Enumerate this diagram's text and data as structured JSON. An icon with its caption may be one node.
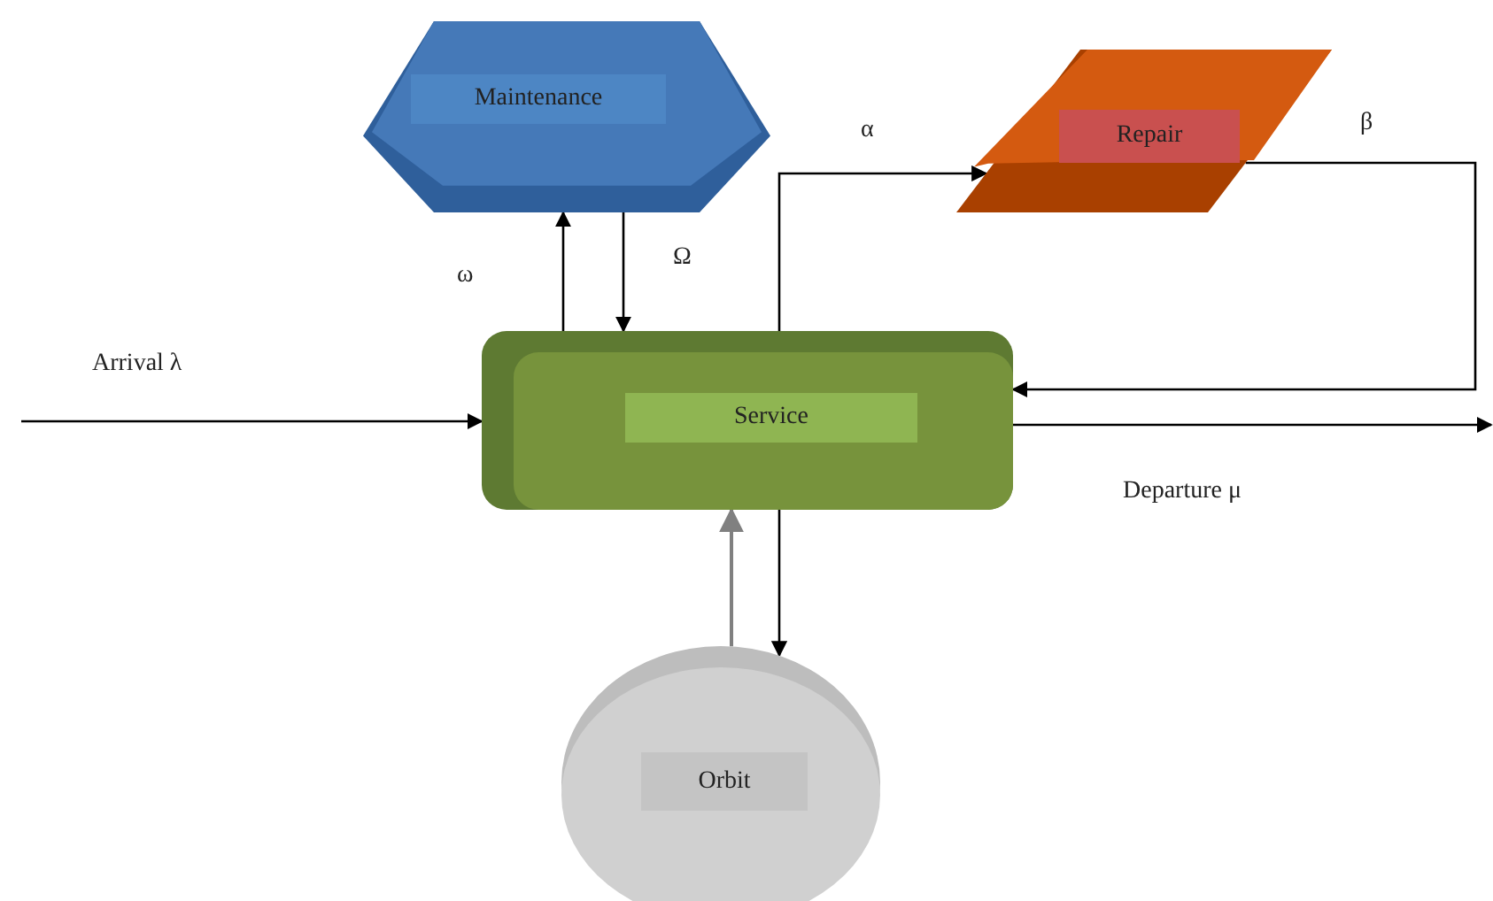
{
  "diagram": {
    "nodes": [
      {
        "text": [
          "Maintenance"
        ]
      },
      {
        "text": [
          "Repair"
        ]
      },
      {
        "text": [
          "Service"
        ]
      },
      {
        "text": [
          "Orbit"
        ]
      }
    ],
    "edges": [
      {
        "from": null,
        "to": 2,
        "arrow": "to",
        "label": "Arrival λ"
      },
      {
        "from": 2,
        "to": 0,
        "arrow": "to",
        "label": "ω"
      },
      {
        "from": 0,
        "to": 2,
        "arrow": "to",
        "label": "Ω"
      },
      {
        "from": 2,
        "to": 1,
        "arrow": "to",
        "label": "α"
      },
      {
        "from": 1,
        "to": 2,
        "arrow": "to",
        "label": "β"
      },
      {
        "from": 2,
        "to": null,
        "arrow": "to",
        "label": "Departure μ"
      },
      {
        "from": 2,
        "to": 3,
        "arrow": "to"
      },
      {
        "from": 3,
        "to": 2,
        "arrow": "to",
        "color": "#808080"
      }
    ]
  }
}
